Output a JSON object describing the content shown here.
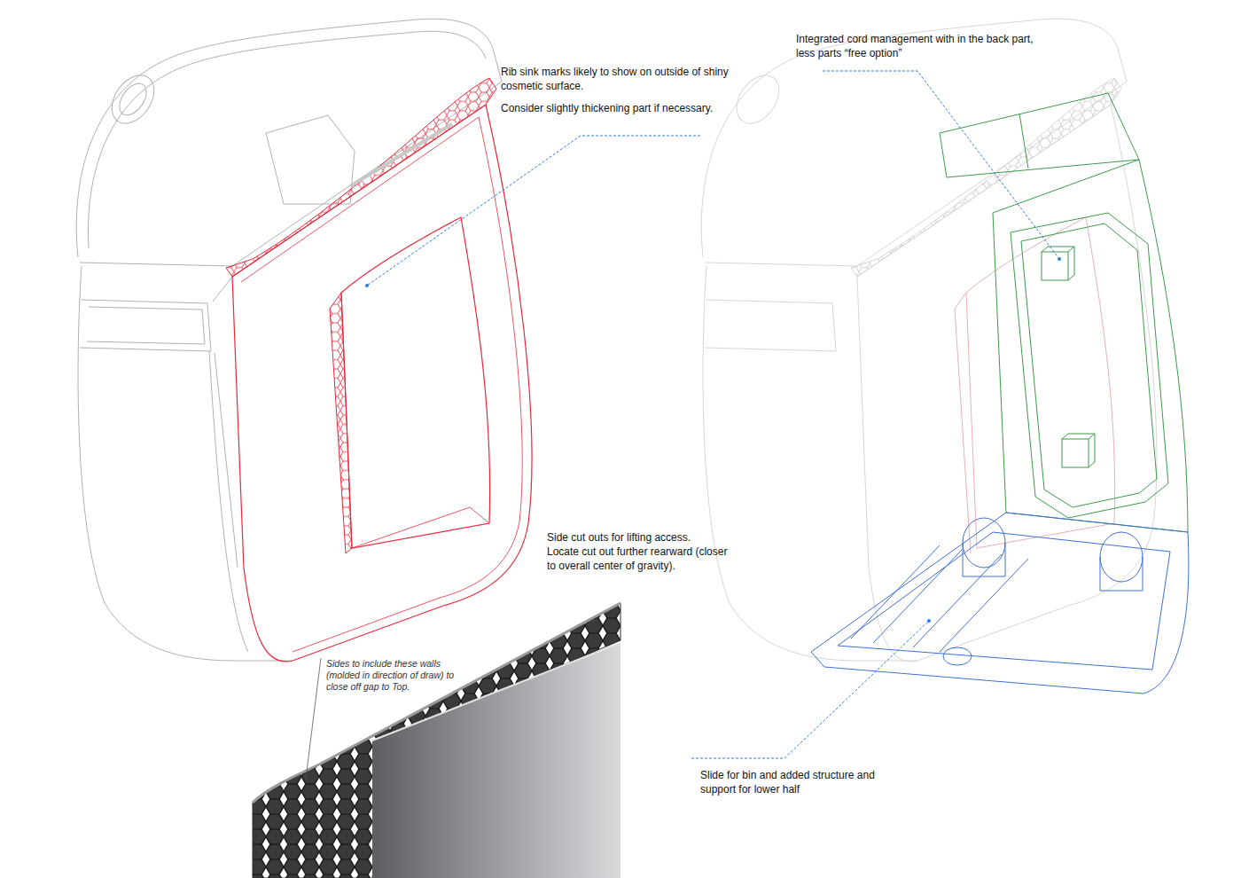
{
  "diagram": {
    "labels": [
      "Rib sink marks likely to show on outside of shiny cosmetic surface.",
      "Consider slightly thickening part if necessary.",
      "Integrated cord management with in the back part, less parts “free option”",
      "Side cut outs for lifting access.",
      "Locate cut out further rearward (closer to overall center of gravity).",
      "Sides to include these walls (molded in direction of draw) to close off gap to Top.",
      "Slide for bin and added structure and support for lower half"
    ]
  }
}
